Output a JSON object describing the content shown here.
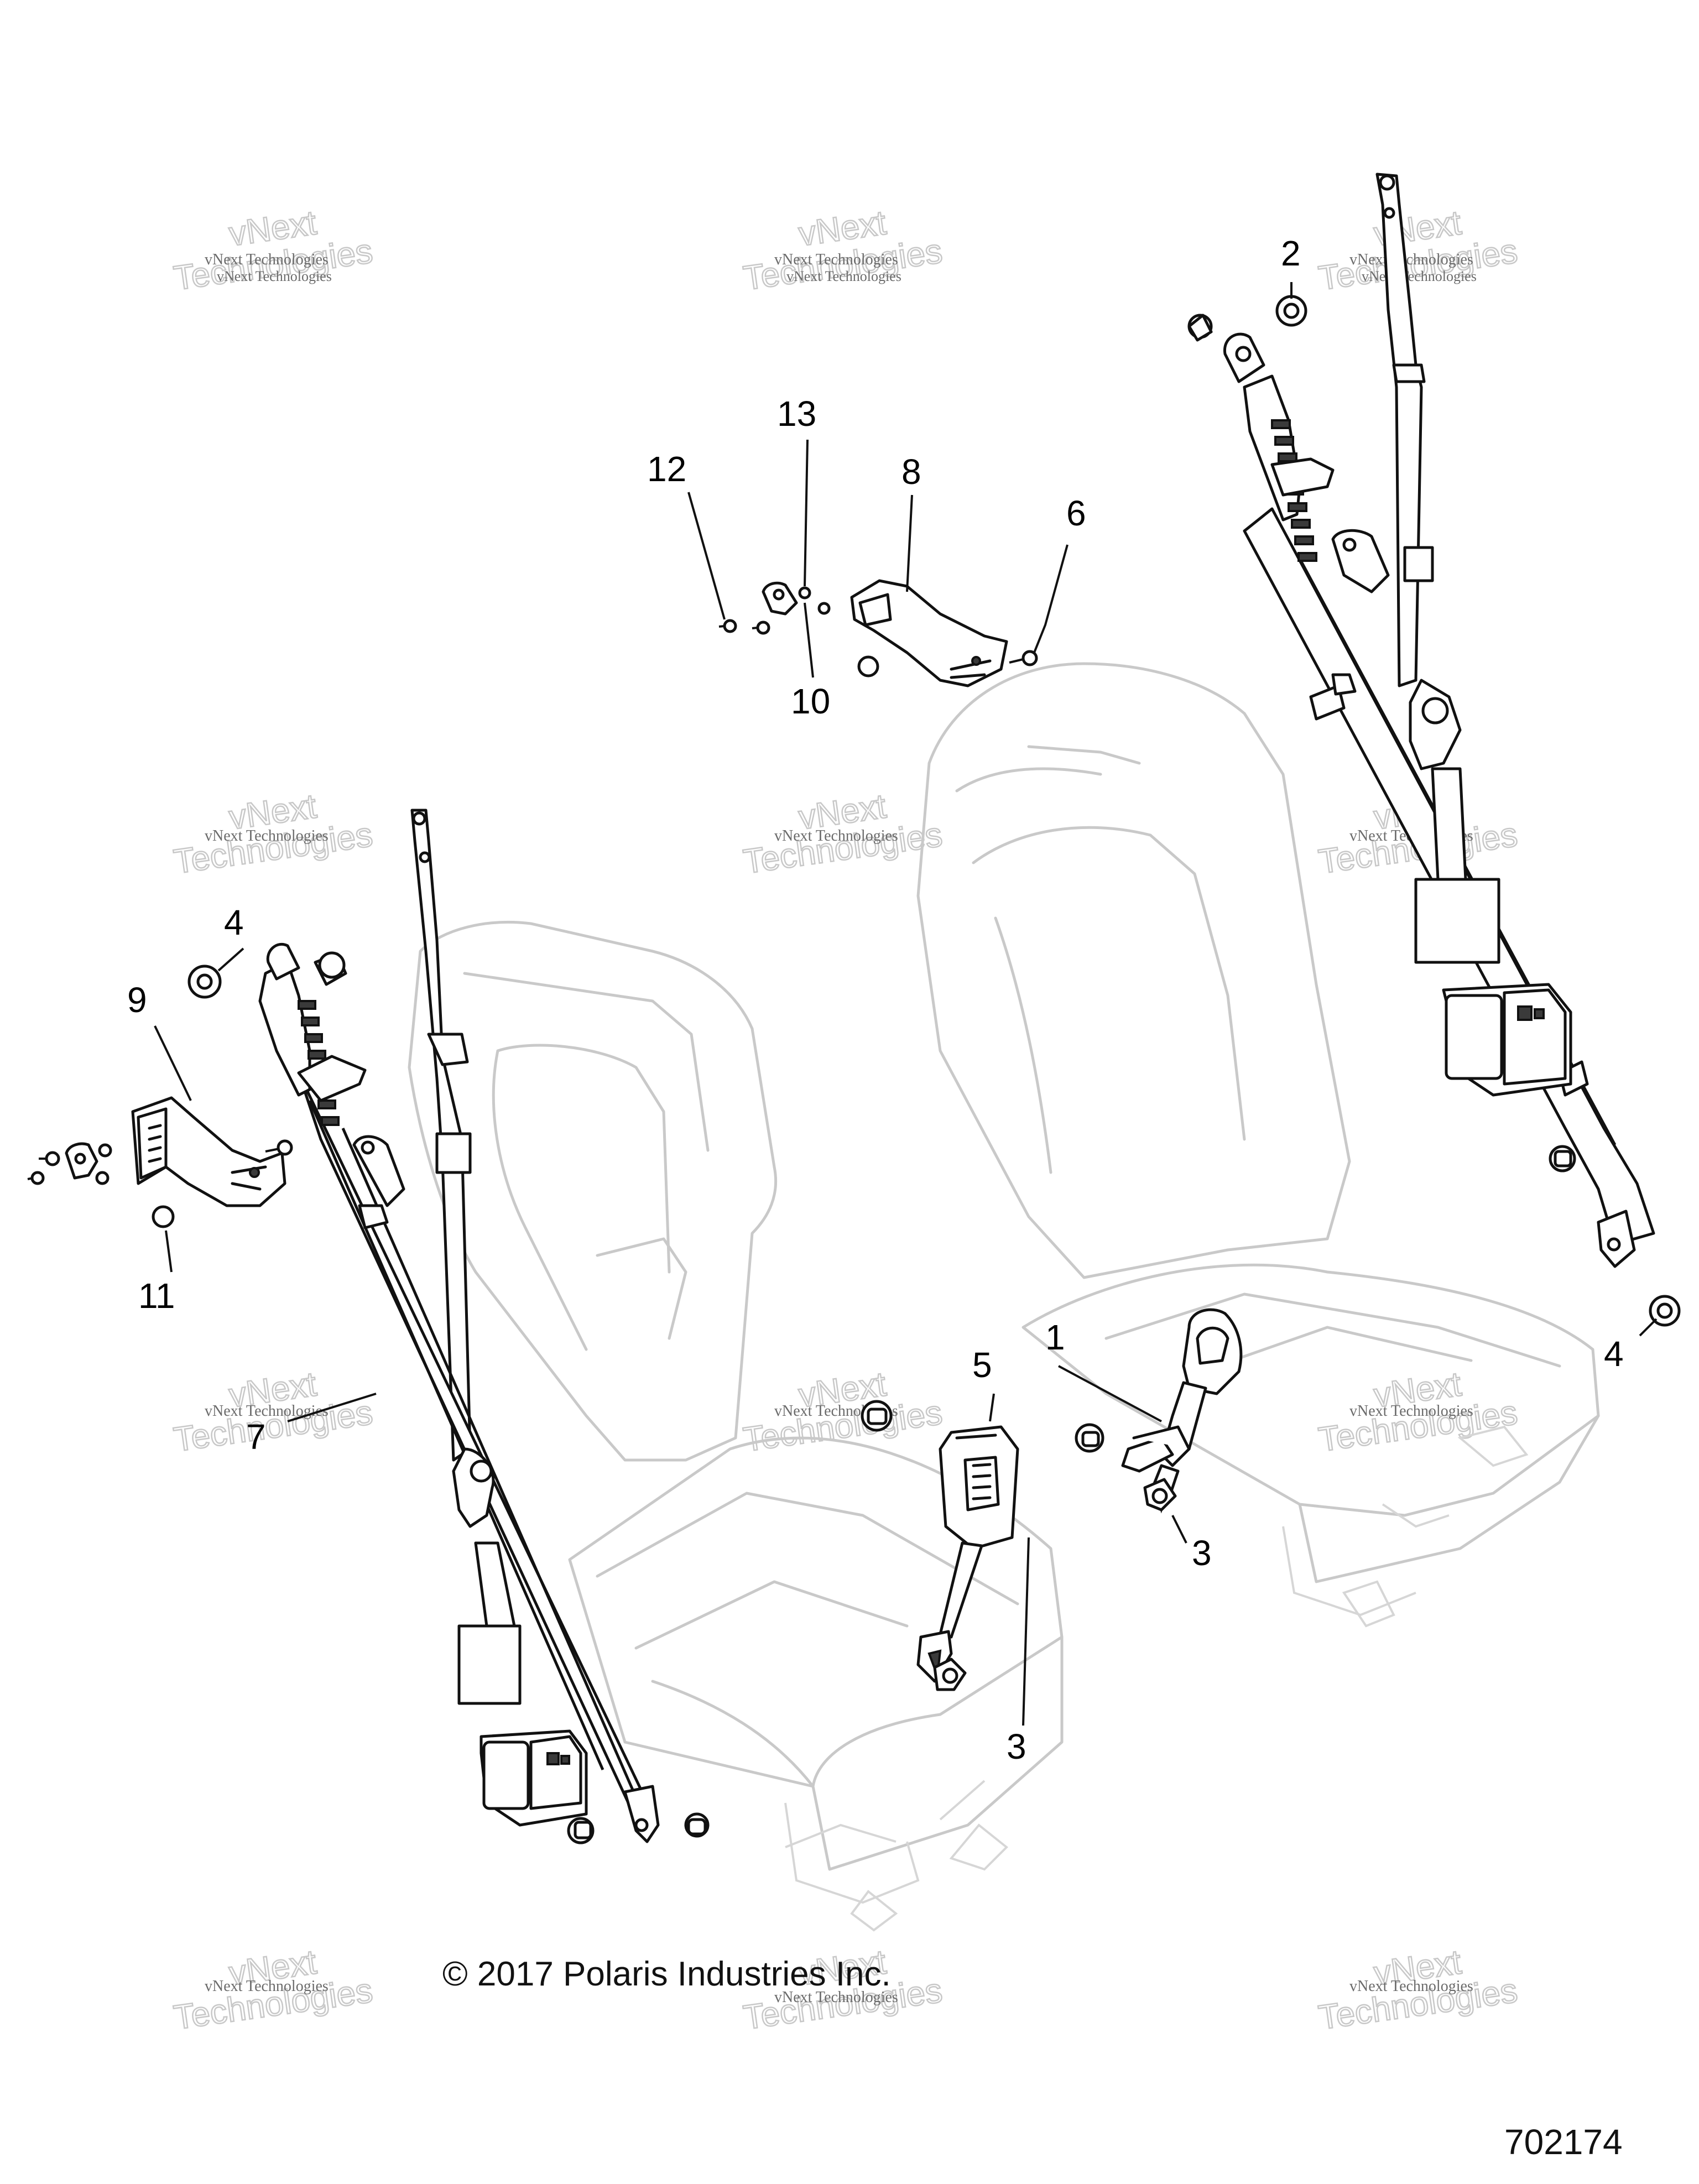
{
  "callouts": [
    "1",
    "2",
    "3",
    "3",
    "4",
    "4",
    "5",
    "6",
    "7",
    "8",
    "9",
    "10",
    "11",
    "12",
    "13"
  ],
  "watermark": {
    "line1": "vNext Technologies",
    "big_line1": "vNext",
    "big_line2": "Technologies"
  },
  "copyright": "© 2017 Polaris Industries Inc.",
  "doc_number": "702174",
  "icons": [
    "seat",
    "seat-belt-retractor",
    "seat-belt-buckle",
    "bracket",
    "bolt",
    "nut"
  ]
}
